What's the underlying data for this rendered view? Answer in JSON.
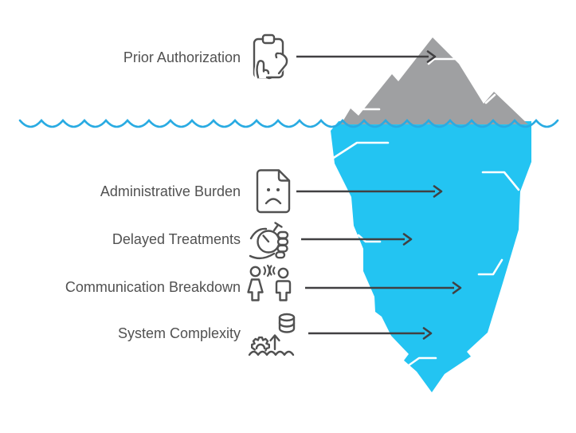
{
  "colors": {
    "background": "#ffffff",
    "iceberg-above": "#9fa0a2",
    "iceberg-below": "#23c4f2",
    "waterline": "#29abe2",
    "arrow": "#414042",
    "text": "#515151",
    "icon": "#515151",
    "crack": "#ffffff"
  },
  "diagram_type": "iceberg",
  "items": [
    {
      "label": "Prior Authorization",
      "icon": "clipboard-signature-icon",
      "zone": "above-water"
    },
    {
      "label": "Administrative Burden",
      "icon": "sad-document-icon",
      "zone": "below-water"
    },
    {
      "label": "Delayed Treatments",
      "icon": "hand-stopwatch-icon",
      "zone": "below-water"
    },
    {
      "label": "Communication Breakdown",
      "icon": "people-communication-icon",
      "zone": "below-water"
    },
    {
      "label": "System Complexity",
      "icon": "gear-database-icon",
      "zone": "below-water"
    }
  ]
}
